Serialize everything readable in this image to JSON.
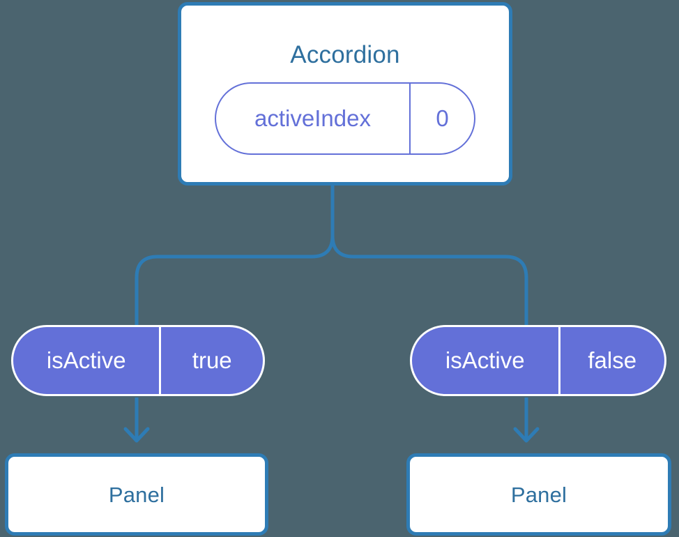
{
  "canvas": {
    "background_color": "#4b646f",
    "edge_color": "#2e7cb5",
    "box_border_color": "#2e7cb5",
    "box_fill_color": "#ffffff",
    "title_text_color": "#2e6f9e",
    "pill_accent_color": "#6370d8",
    "pill_text_on_fill_color": "#ffffff"
  },
  "accordion": {
    "title": "Accordion",
    "prop": {
      "key": "activeIndex",
      "value": "0"
    }
  },
  "branches": [
    {
      "prop": {
        "key": "isActive",
        "value": "true"
      },
      "child": {
        "title": "Panel"
      }
    },
    {
      "prop": {
        "key": "isActive",
        "value": "false"
      },
      "child": {
        "title": "Panel"
      }
    }
  ]
}
